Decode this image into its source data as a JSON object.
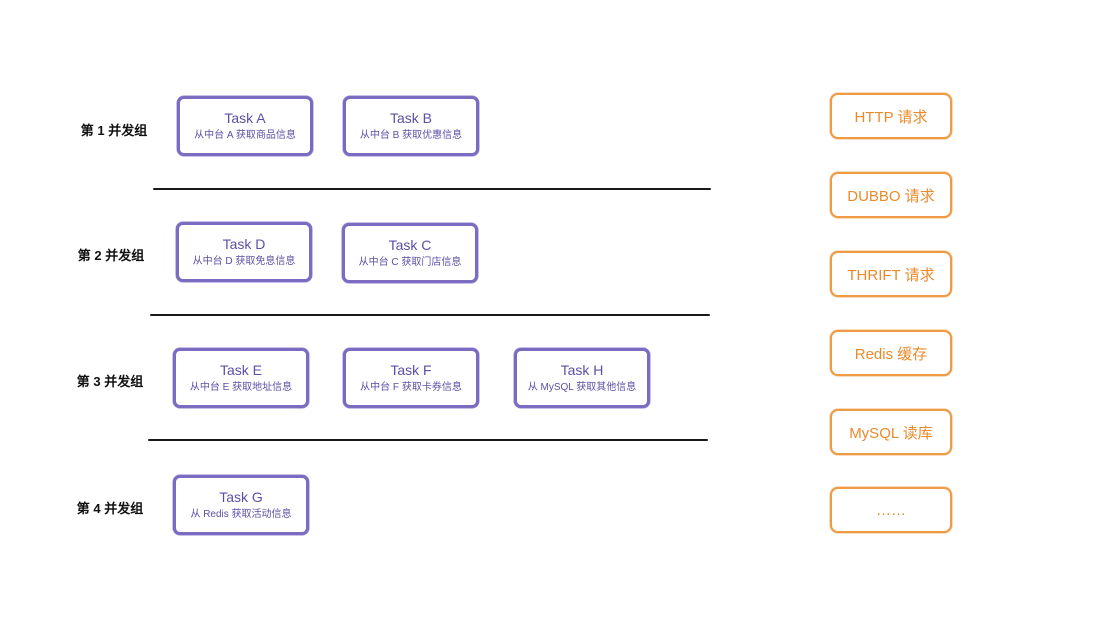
{
  "groups": [
    {
      "label": "第 1 并发组"
    },
    {
      "label": "第 2 并发组"
    },
    {
      "label": "第 3 并发组"
    },
    {
      "label": "第 4 并发组"
    }
  ],
  "tasks": [
    {
      "title": "Task A",
      "desc": "从中台 A 获取商品信息"
    },
    {
      "title": "Task B",
      "desc": "从中台 B 获取优惠信息"
    },
    {
      "title": "Task D",
      "desc": "从中台 D 获取免息信息"
    },
    {
      "title": "Task C",
      "desc": "从中台 C 获取门店信息"
    },
    {
      "title": "Task E",
      "desc": "从中台 E 获取地址信息"
    },
    {
      "title": "Task F",
      "desc": "从中台 F 获取卡券信息"
    },
    {
      "title": "Task H",
      "desc": "从 MySQL 获取其他信息"
    },
    {
      "title": "Task G",
      "desc": "从 Redis 获取活动信息"
    }
  ],
  "legend": [
    {
      "label": "HTTP 请求"
    },
    {
      "label": "DUBBO 请求"
    },
    {
      "label": "THRIFT 请求"
    },
    {
      "label": "Redis 缓存"
    },
    {
      "label": "MySQL 读库"
    },
    {
      "label": "……"
    }
  ],
  "colors": {
    "task_border": "#7b6cc2",
    "task_text": "#5b4fa5",
    "legend_border": "#ef9b45",
    "legend_text": "#ea8a2c",
    "divider": "#1a1a1a"
  }
}
